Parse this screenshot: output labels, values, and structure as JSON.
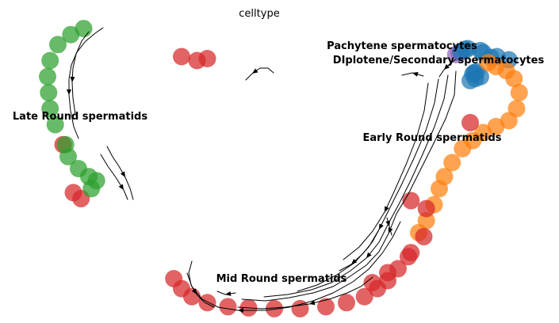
{
  "chart_data": {
    "type": "scatter",
    "title": "celltype",
    "xlabel": "",
    "ylabel": "",
    "axes_visible": false,
    "grid": false,
    "legend": "on data",
    "overlay": "velocity streamlines with arrowheads",
    "series": [
      {
        "name": "Pachytene spermatocytes",
        "color": "#9467bd",
        "points": [
          [
            -0.98,
            -0.65
          ],
          [
            -0.92,
            -0.6
          ],
          [
            -0.88,
            -0.58
          ]
        ]
      },
      {
        "name": "Diplotene/Secondary spermatocytes",
        "color": "#1f77b4",
        "points": [
          [
            -0.88,
            -0.58
          ],
          [
            -0.8,
            -0.52
          ],
          [
            -0.75,
            -0.5
          ],
          [
            -0.5,
            -0.55
          ],
          [
            -0.45,
            -0.6
          ],
          [
            -0.3,
            -0.72
          ],
          [
            -0.62,
            -1.1
          ],
          [
            -0.65,
            -1.14
          ],
          [
            -0.58,
            -1.08
          ],
          [
            -0.18,
            -0.7
          ],
          [
            0.05,
            -0.78
          ],
          [
            -0.7,
            -1.3
          ],
          [
            -0.6,
            -1.25
          ],
          [
            -0.5,
            -1.2
          ]
        ]
      },
      {
        "name": "Early Round spermatids",
        "color": "#ff7f0e",
        "points": [
          [
            -0.35,
            -0.85
          ],
          [
            -0.2,
            -0.95
          ],
          [
            0.0,
            -1.05
          ],
          [
            0.15,
            -1.25
          ],
          [
            0.25,
            -1.6
          ],
          [
            0.2,
            -2.0
          ],
          [
            0.05,
            -2.3
          ],
          [
            -0.2,
            -2.45
          ],
          [
            -0.45,
            -2.6
          ],
          [
            -0.65,
            -2.8
          ],
          [
            -0.85,
            -3.0
          ],
          [
            -1.05,
            -3.35
          ],
          [
            -1.2,
            -3.7
          ],
          [
            -1.3,
            -4.0
          ],
          [
            -1.4,
            -4.4
          ],
          [
            -1.55,
            -4.8
          ],
          [
            -1.7,
            -5.1
          ]
        ]
      },
      {
        "name": "Mid Round spermatids",
        "color": "#d62728",
        "points": [
          [
            -1.6,
            -5.2
          ],
          [
            -1.85,
            -5.6
          ],
          [
            -2.1,
            -6.0
          ],
          [
            -2.3,
            -6.3
          ],
          [
            -2.5,
            -6.5
          ],
          [
            -2.75,
            -6.7
          ],
          [
            -3.1,
            -6.85
          ],
          [
            -3.5,
            -6.95
          ],
          [
            -4.0,
            -7.0
          ],
          [
            -4.5,
            -7.0
          ],
          [
            -5.0,
            -6.98
          ],
          [
            -5.4,
            -6.95
          ],
          [
            -5.8,
            -6.85
          ],
          [
            -6.1,
            -6.7
          ],
          [
            -6.3,
            -6.5
          ],
          [
            -6.45,
            -6.25
          ],
          [
            -2.6,
            -6.35
          ],
          [
            -2.3,
            -6.1
          ],
          [
            -1.9,
            -5.7
          ],
          [
            -1.55,
            -4.5
          ],
          [
            -1.85,
            -4.3
          ],
          [
            -0.7,
            -2.35
          ],
          [
            -6.3,
            -0.7
          ],
          [
            -6.0,
            -0.8
          ],
          [
            -5.8,
            -0.75
          ],
          [
            -8.6,
            -2.9
          ],
          [
            -8.4,
            -4.1
          ],
          [
            -8.25,
            -4.25
          ]
        ]
      },
      {
        "name": "Late Round spermatids",
        "color": "#2ca02c",
        "points": [
          [
            -8.2,
            0.0
          ],
          [
            -8.45,
            -0.15
          ],
          [
            -8.7,
            -0.4
          ],
          [
            -8.85,
            -0.8
          ],
          [
            -8.9,
            -1.2
          ],
          [
            -8.88,
            -1.6
          ],
          [
            -8.85,
            -2.0
          ],
          [
            -8.75,
            -2.4
          ],
          [
            -8.55,
            -2.9
          ],
          [
            -8.5,
            -3.2
          ],
          [
            -8.3,
            -3.5
          ],
          [
            -8.1,
            -3.7
          ],
          [
            -7.95,
            -3.8
          ],
          [
            -8.05,
            -4.0
          ]
        ]
      }
    ],
    "annotations": [
      {
        "text": "Pachytene spermatocytes",
        "for_series": "Pachytene spermatocytes"
      },
      {
        "text": "DIplotene/Secondary spermatocytes",
        "for_series": "Diplotene/Secondary spermatocytes"
      },
      {
        "text": "Early Round spermatids",
        "for_series": "Early Round spermatids"
      },
      {
        "text": "Mid Round spermatids",
        "for_series": "Mid Round spermatids"
      },
      {
        "text": "Late Round spermatids",
        "for_series": "Late Round spermatids"
      }
    ],
    "xlim": [
      -9.7,
      0.9
    ],
    "ylim": [
      -7.2,
      0.2
    ]
  }
}
